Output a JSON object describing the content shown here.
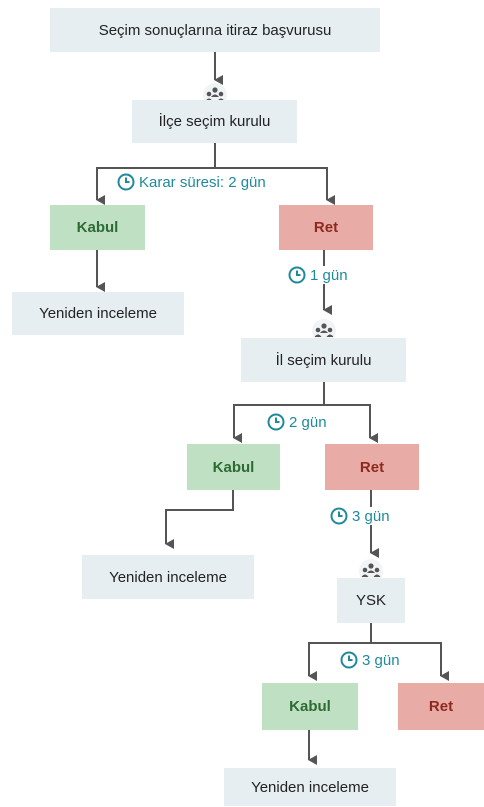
{
  "flow": {
    "start": "Seçim sonuçlarına itiraz başvurusu",
    "level1": {
      "body": "İlçe seçim kurulu",
      "duration": "Karar süresi: 2 gün",
      "accept": "Kabul",
      "reject": "Ret",
      "outcome": "Yeniden inceleme",
      "appeal_duration": "1 gün"
    },
    "level2": {
      "body": "İl seçim kurulu",
      "duration": "2 gün",
      "accept": "Kabul",
      "reject": "Ret",
      "outcome": "Yeniden inceleme",
      "appeal_duration": "3 gün"
    },
    "level3": {
      "body": "YSK",
      "duration": "3 gün",
      "accept": "Kabul",
      "reject": "Ret",
      "outcome": "Yeniden inceleme"
    }
  },
  "icons": {
    "board": "group-of-people-icon",
    "time": "clock-icon"
  },
  "colors": {
    "neutral_box": "#e6eef1",
    "accept_box": "#bfe0c2",
    "accept_text": "#2d6b34",
    "reject_box": "#e8aba5",
    "reject_text": "#8c2a21",
    "duration_text": "#1f8a9b",
    "connector": "#555555"
  }
}
